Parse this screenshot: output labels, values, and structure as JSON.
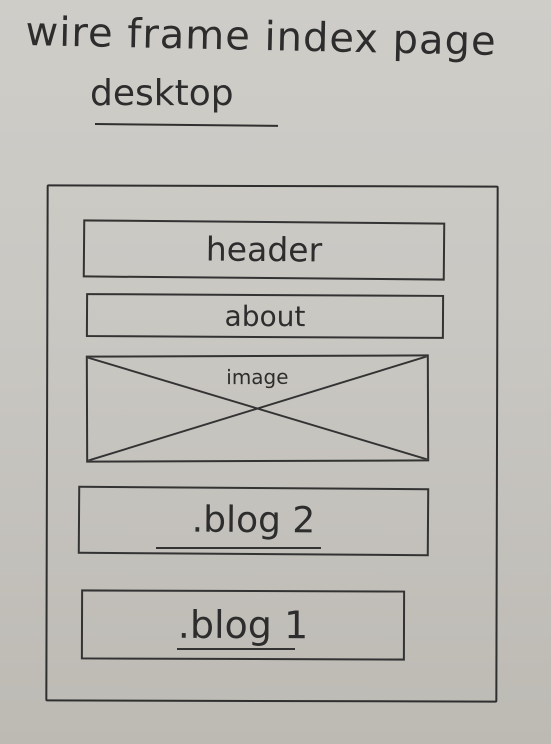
{
  "title": "wire frame index page",
  "subtitle": "desktop",
  "sections": {
    "header": "header",
    "about": "about",
    "image": "image",
    "blog2": ".blog 2",
    "blog1": ".blog 1"
  }
}
